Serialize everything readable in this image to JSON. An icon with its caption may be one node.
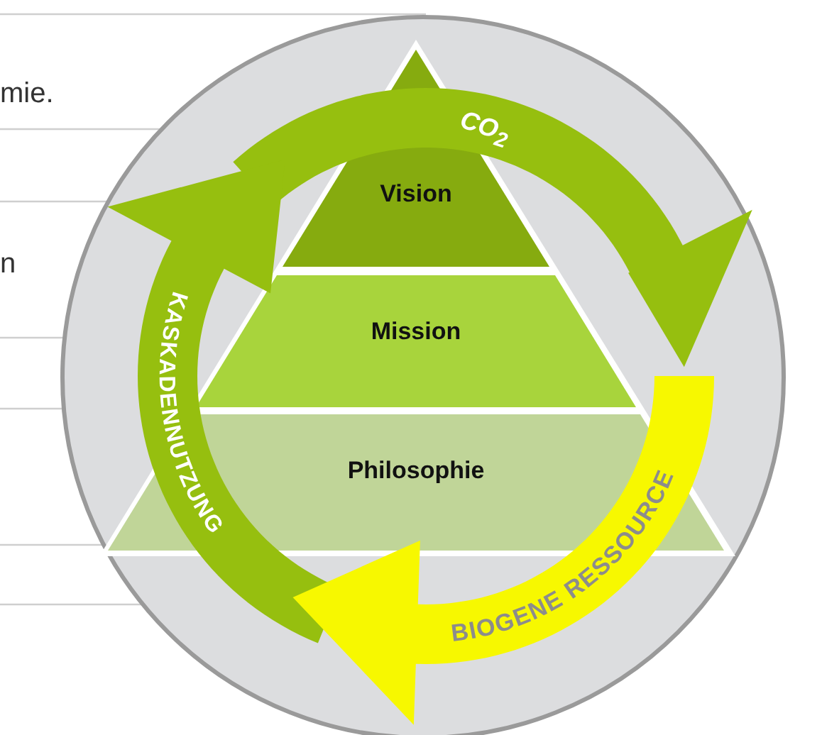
{
  "diagram": {
    "nodes": [
      {
        "text": [
          "Vision"
        ]
      },
      {
        "text": [
          "Mission"
        ]
      },
      {
        "text": [
          "Philosophie"
        ]
      }
    ],
    "labels": [
      "mie.",
      "n",
      "CO$_{2}$",
      "KASKADENNUTZUNG",
      "BIOGENE RESSOURCE"
    ]
  }
}
